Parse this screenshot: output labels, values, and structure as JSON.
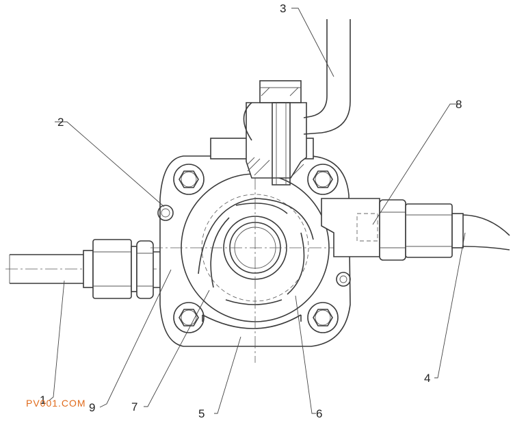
{
  "callouts": [
    "1",
    "2",
    "3",
    "4",
    "5",
    "6",
    "7",
    "8",
    "9"
  ],
  "watermark": "PV001.COM"
}
